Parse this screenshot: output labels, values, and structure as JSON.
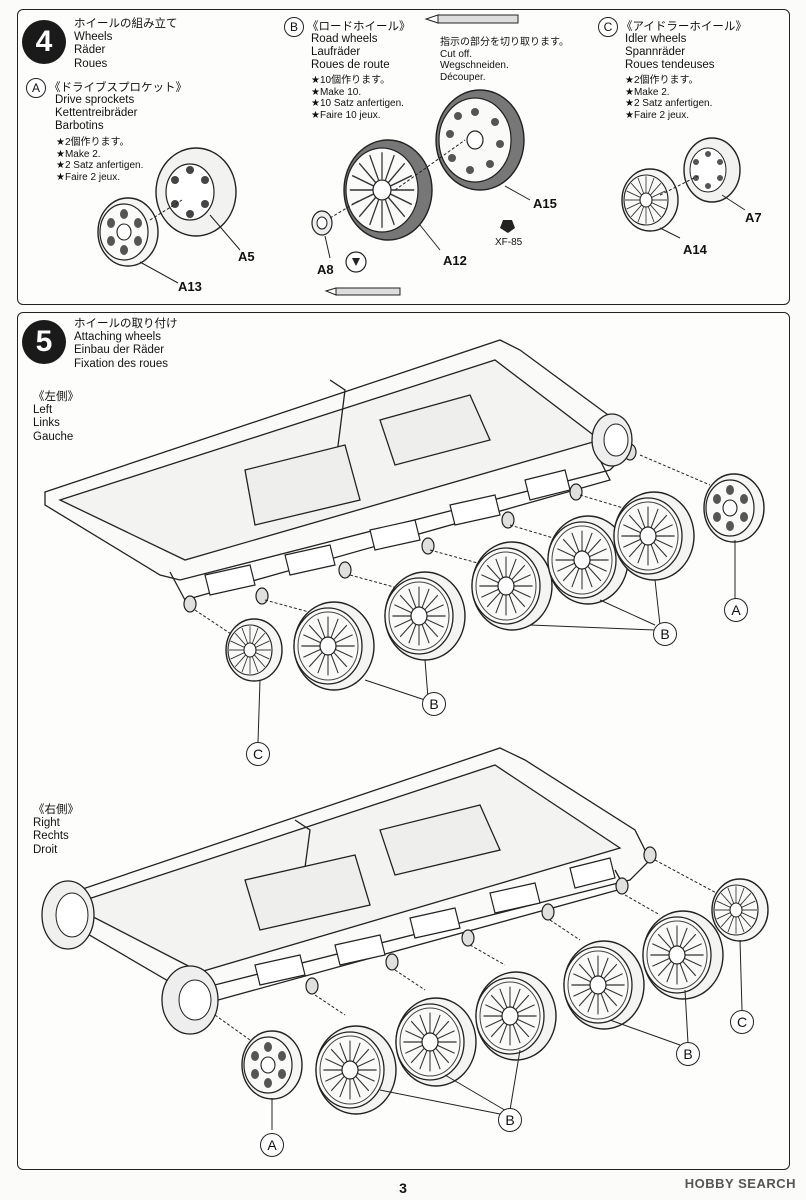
{
  "page_number": "3",
  "watermark": "HOBBY SEARCH",
  "step4": {
    "number": "4",
    "title": [
      "ホイールの組み立て",
      "Wheels",
      "Räder",
      "Roues"
    ],
    "drive_sprockets": {
      "tag": "A",
      "title": [
        "《ドライブスプロケット》",
        "Drive sprockets",
        "Kettentreibräder",
        "Barbotins"
      ],
      "note": [
        "★2個作ります。",
        "★Make 2.",
        "★2 Satz anfertigen.",
        "★Faire 2 jeux."
      ],
      "parts": {
        "a5": "A5",
        "a13": "A13"
      }
    },
    "road_wheels": {
      "tag": "B",
      "title": [
        "《ロードホイール》",
        "Road wheels",
        "Laufräder",
        "Roues de route"
      ],
      "note": [
        "★10個作ります。",
        "★Make 10.",
        "★10 Satz anfertigen.",
        "★Faire 10 jeux."
      ],
      "cut": [
        "指示の部分を切り取ります。",
        "Cut off.",
        "Wegschneiden.",
        "Découper."
      ],
      "parts": {
        "a15": "A15",
        "a12": "A12",
        "a8": "A8",
        "paint": "XF-85"
      }
    },
    "idler_wheels": {
      "tag": "C",
      "title": [
        "《アイドラーホイール》",
        "Idler wheels",
        "Spannräder",
        "Roues tendeuses"
      ],
      "note": [
        "★2個作ります。",
        "★Make 2.",
        "★2 Satz anfertigen.",
        "★Faire 2 jeux."
      ],
      "parts": {
        "a7": "A7",
        "a14": "A14"
      }
    }
  },
  "step5": {
    "number": "5",
    "title": [
      "ホイールの取り付け",
      "Attaching wheels",
      "Einbau der Räder",
      "Fixation des roues"
    ],
    "left": [
      "《左側》",
      "Left",
      "Links",
      "Gauche"
    ],
    "right": [
      "《右側》",
      "Right",
      "Rechts",
      "Droit"
    ],
    "callouts": {
      "a": "A",
      "b": "B",
      "c": "C"
    }
  }
}
